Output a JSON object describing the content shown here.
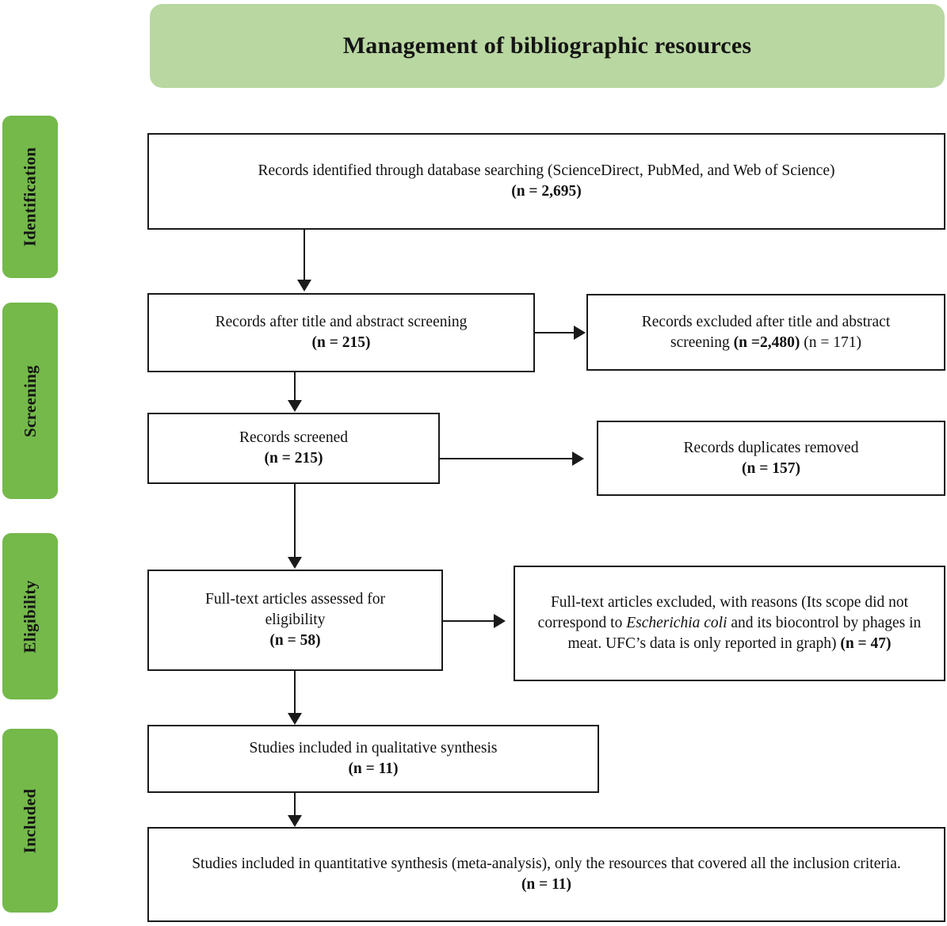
{
  "header": {
    "title": "Management of bibliographic resources",
    "background_color": "#b9d7a1"
  },
  "colors": {
    "stage_tab_green": "#74b94a",
    "header_green": "#b9d7a1",
    "box_border": "#1a1a1a",
    "text": "#111111"
  },
  "stages": [
    {
      "label": "Identification"
    },
    {
      "label": "Screening"
    },
    {
      "label": "Eligibility"
    },
    {
      "label": "Included"
    }
  ],
  "chart_data": {
    "type": "diagram",
    "diagram_kind": "prisma-flow",
    "title": "Management of bibliographic resources",
    "stages": [
      "Identification",
      "Screening",
      "Eligibility",
      "Included"
    ],
    "nodes": [
      {
        "id": "identified",
        "stage": "Identification",
        "column": "main",
        "label": "Records identified through database searching (ScienceDirect, PubMed, and Web of Science)",
        "n": 2695,
        "n_label": "(n = 2,695)"
      },
      {
        "id": "after-title-abstract",
        "stage": "Screening",
        "column": "main",
        "label": "Records after title and abstract screening",
        "n": 215,
        "n_label": "(n = 215)"
      },
      {
        "id": "excluded-title-abstract",
        "stage": "Screening",
        "column": "side",
        "label": "Records excluded after title and abstract screening",
        "n": 2480,
        "n_label": "(n =2,480)",
        "n_label_secondary": "(n = 171)"
      },
      {
        "id": "screened",
        "stage": "Screening",
        "column": "main",
        "label": "Records screened",
        "n": 215,
        "n_label": "(n = 215)"
      },
      {
        "id": "duplicates-removed",
        "stage": "Screening",
        "column": "side",
        "label": "Records duplicates removed",
        "n": 157,
        "n_label": "(n = 157)"
      },
      {
        "id": "fulltext-assessed",
        "stage": "Eligibility",
        "column": "main",
        "label": "Full-text articles assessed for eligibility",
        "n": 58,
        "n_label": "(n = 58)"
      },
      {
        "id": "fulltext-excluded",
        "stage": "Eligibility",
        "column": "side",
        "label": "Full-text articles excluded, with reasons (Its scope did not correspond to Escherichia coli and its biocontrol by phages in meat. UFC's data is only reported in graph)",
        "n": 47,
        "n_label": "(n = 47)"
      },
      {
        "id": "qualitative",
        "stage": "Included",
        "column": "main",
        "label": "Studies included in qualitative synthesis",
        "n": 11,
        "n_label": "(n = 11)"
      },
      {
        "id": "quantitative",
        "stage": "Included",
        "column": "main",
        "label": "Studies included in quantitative synthesis (meta-analysis), only the resources that covered all the inclusion criteria.",
        "n": 11,
        "n_label": "(n = 11)"
      }
    ],
    "edges": [
      {
        "from": "identified",
        "to": "after-title-abstract",
        "direction": "down"
      },
      {
        "from": "after-title-abstract",
        "to": "excluded-title-abstract",
        "direction": "right"
      },
      {
        "from": "after-title-abstract",
        "to": "screened",
        "direction": "down"
      },
      {
        "from": "screened",
        "to": "duplicates-removed",
        "direction": "right"
      },
      {
        "from": "screened",
        "to": "fulltext-assessed",
        "direction": "down"
      },
      {
        "from": "fulltext-assessed",
        "to": "fulltext-excluded",
        "direction": "right"
      },
      {
        "from": "fulltext-assessed",
        "to": "qualitative",
        "direction": "down"
      },
      {
        "from": "qualitative",
        "to": "quantitative",
        "direction": "down"
      }
    ]
  },
  "boxes": {
    "identified": {
      "line1": "Records identified through database searching (ScienceDirect, PubMed, and Web of Science)",
      "n_label": "(n = 2,695)"
    },
    "after_title_abstract": {
      "line1": "Records after title and abstract screening",
      "n_label": "(n = 215)"
    },
    "excluded_title_abstract": {
      "line1": "Records excluded after title and abstract",
      "line2_prefix": "screening ",
      "n_label": "(n =2,480)",
      "n_label_secondary": " (n = 171)"
    },
    "screened": {
      "line1": "Records screened",
      "n_label": "(n = 215)"
    },
    "duplicates_removed": {
      "line1": "Records duplicates removed",
      "n_label": "(n = 157)"
    },
    "fulltext_assessed": {
      "line1": "Full-text articles assessed for",
      "line2": "eligibility",
      "n_label": "(n = 58)"
    },
    "fulltext_excluded": {
      "part1": "Full-text articles excluded, with reasons (Its scope did not correspond to ",
      "species": "Escherichia coli",
      "part2": " and its biocontrol by phages in meat. UFC’s data is only reported in graph) ",
      "n_label": "(n = 47)"
    },
    "qualitative": {
      "line1": "Studies included in qualitative synthesis",
      "n_label": "(n = 11)"
    },
    "quantitative": {
      "line1": "Studies included in quantitative synthesis (meta-analysis), only the resources that covered all the inclusion criteria.",
      "n_label": "(n = 11)"
    }
  }
}
